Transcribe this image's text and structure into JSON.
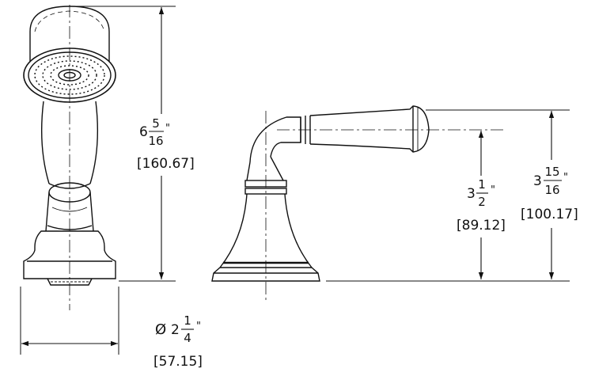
{
  "palette": {
    "line": "#111111",
    "background": "#ffffff"
  },
  "dimensions": {
    "handshower_height": {
      "whole": "6",
      "num": "5",
      "den": "16",
      "unit": "\"",
      "metric": "[160.67]"
    },
    "base_diameter": {
      "symbol": "Ø",
      "whole": "2",
      "num": "1",
      "den": "4",
      "unit": "\"",
      "metric": "[57.15]"
    },
    "spout_center_height": {
      "whole": "3",
      "num": "1",
      "den": "2",
      "unit": "\"",
      "metric": "[89.12]"
    },
    "spout_top_height": {
      "whole": "3",
      "num": "15",
      "den": "16",
      "unit": "\"",
      "metric": "[100.17]"
    }
  }
}
